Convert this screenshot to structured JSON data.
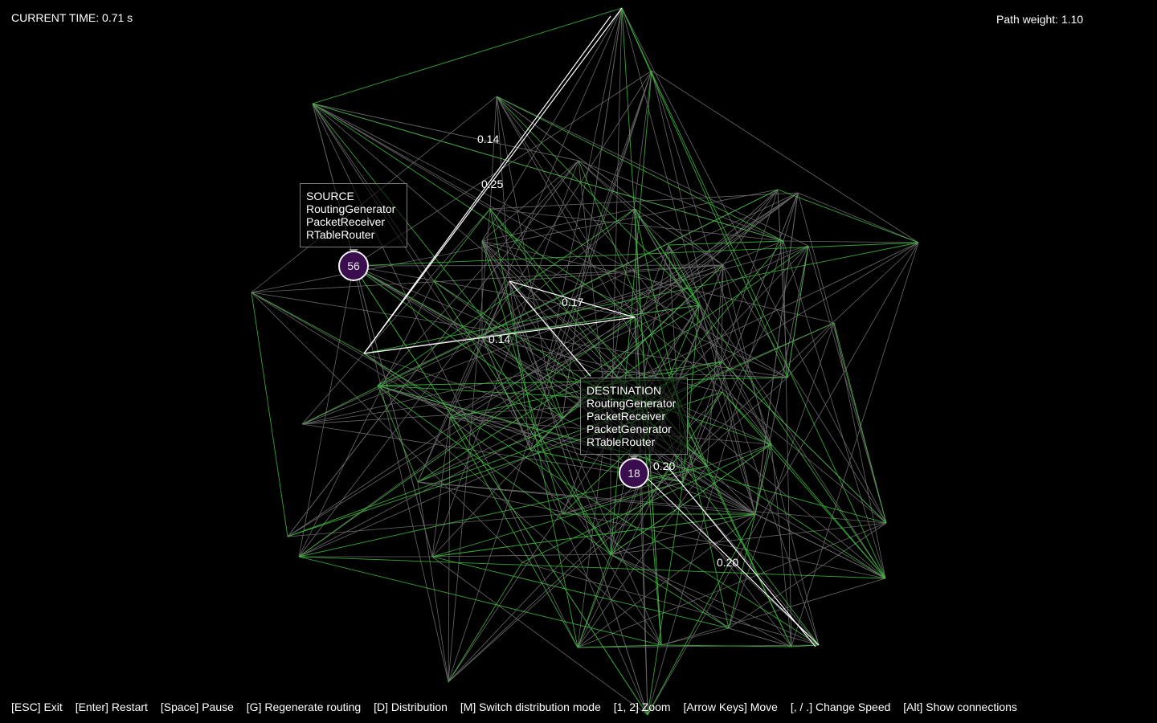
{
  "hud": {
    "current_time": "CURRENT TIME: 0.71 s",
    "path_weight": "Path weight: 1.10"
  },
  "colors": {
    "background": "#000000",
    "edge_default": "#8a8a8a",
    "edge_green": "#3fc23f",
    "edge_path": "#ffffff",
    "node_fill": "#3a0d4e",
    "node_border": "#f4f4f4"
  },
  "source": {
    "title": "SOURCE",
    "components": [
      "RoutingGenerator",
      "PacketReceiver",
      "RTableRouter"
    ],
    "node_id": "56"
  },
  "destination": {
    "title": "DESTINATION",
    "components": [
      "RoutingGenerator",
      "PacketReceiver",
      "PacketGenerator",
      "RTableRouter"
    ],
    "node_id": "18"
  },
  "path_weights": [
    "0.14",
    "0.25",
    "0.17",
    "0.14",
    "0.20",
    "0.20"
  ],
  "controls": [
    "[ESC] Exit",
    "[Enter] Restart",
    "[Space] Pause",
    "[G] Regenerate routing",
    "[D] Distribution",
    "[M] Switch distribution mode",
    "[1, 2] Zoom",
    "[Arrow Keys] Move",
    "[, / .] Change Speed",
    "[Alt] Show connections"
  ]
}
